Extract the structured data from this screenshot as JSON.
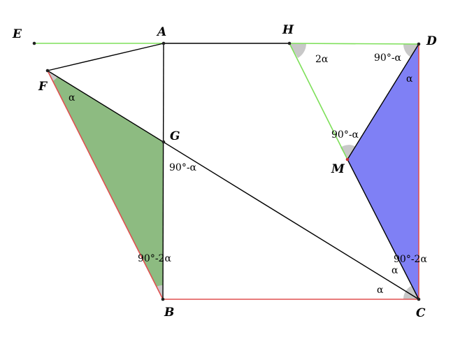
{
  "colors": {
    "green_fill": "#8dbb81",
    "blue_fill": "#7f80f5",
    "red": "#e05050",
    "lime": "#7ee05a",
    "black": "#000000",
    "arc_fill": "#c8c8c8"
  },
  "points": {
    "E": "E",
    "A": "A",
    "H": "H",
    "D": "D",
    "F": "F",
    "G": "G",
    "M": "M",
    "B": "B",
    "C": "C"
  },
  "angles": {
    "at_F": "α",
    "at_G": "90°-α",
    "at_B": "90°-2α",
    "at_H": "2α",
    "at_D_top": "90°-α",
    "at_D_inner": "α",
    "at_M": "90°-α",
    "at_C_top": "90°-2α",
    "at_C_mid": "α",
    "at_C_low": "α"
  }
}
